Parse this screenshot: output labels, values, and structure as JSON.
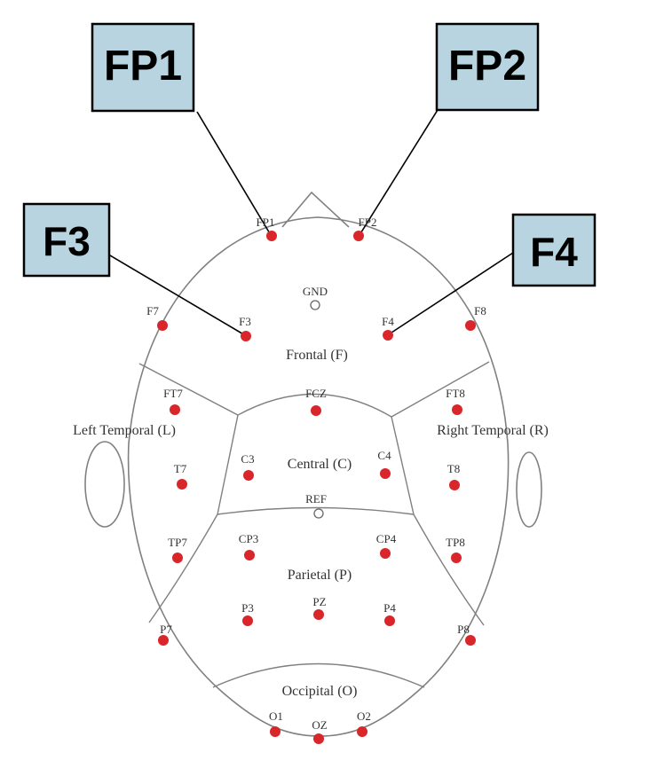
{
  "regions": {
    "frontal": "Frontal (F)",
    "central": "Central (C)",
    "parietal": "Parietal (P)",
    "occipital": "Occipital (O)",
    "left_temporal": "Left Temporal (L)",
    "right_temporal": "Right Temporal (R)"
  },
  "electrodes": {
    "fp1": "FP1",
    "fp2": "FP2",
    "f7": "F7",
    "f3": "F3",
    "f4": "F4",
    "f8": "F8",
    "ft7": "FT7",
    "fcz": "FCZ",
    "ft8": "FT8",
    "t7": "T7",
    "c3": "C3",
    "c4": "C4",
    "t8": "T8",
    "tp7": "TP7",
    "cp3": "CP3",
    "cp4": "CP4",
    "tp8": "TP8",
    "p7": "P7",
    "p3": "P3",
    "pz": "PZ",
    "p4": "P4",
    "p8": "P8",
    "o1": "O1",
    "oz": "OZ",
    "o2": "O2"
  },
  "references": {
    "gnd": "GND",
    "ref": "REF"
  },
  "callouts": {
    "fp1": "FP1",
    "fp2": "FP2",
    "f3": "F3",
    "f4": "F4"
  },
  "colors": {
    "electrode": "#d8262a",
    "callout_fill": "#b7d4e0",
    "outline": "#808080",
    "label": "#333333"
  }
}
